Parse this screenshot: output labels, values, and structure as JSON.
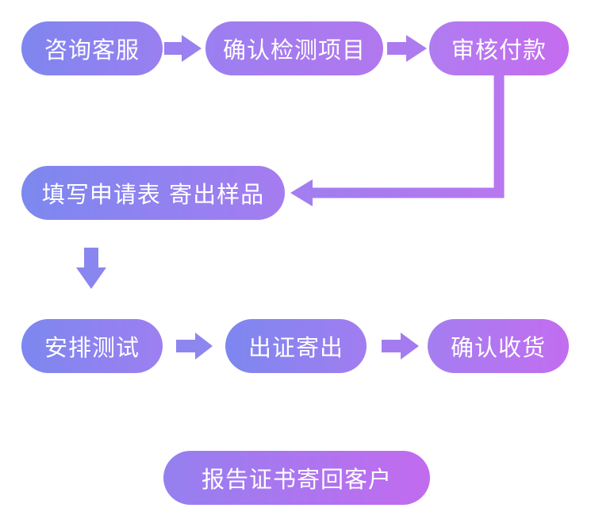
{
  "steps": {
    "s1": "咨询客服",
    "s2": "确认检测项目",
    "s3": "审核付款",
    "s4": "填写申请表 寄出样品",
    "s5": "安排测试",
    "s6": "出证寄出",
    "s7": "确认收货",
    "s8": "报告证书寄回客户"
  },
  "colors": {
    "start": "#7f86ef",
    "mid": "#a07ef0",
    "end": "#c56cef",
    "arrow_blue": "#8a86ef",
    "arrow_purple": "#a47cf0"
  }
}
